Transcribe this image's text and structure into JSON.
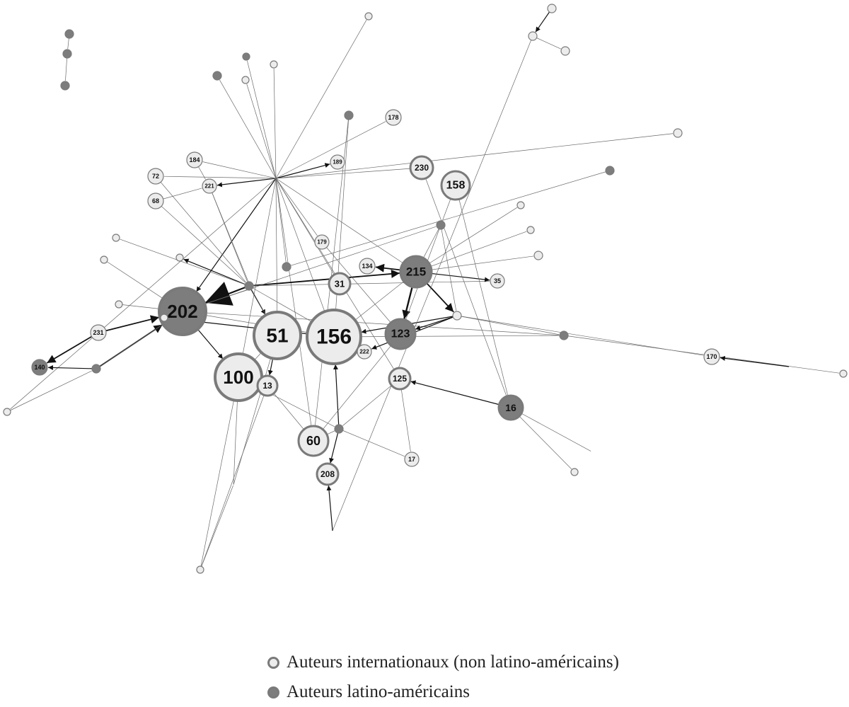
{
  "colors": {
    "international_fill": "#ececec",
    "latino_fill": "#7d7d7d",
    "border": "#7a7a7a",
    "edge": "#6a6a6a",
    "arrow": "#111111"
  },
  "legend": {
    "international": "Auteurs internationaux (non latino-américains)",
    "latino": "Auteurs latino-américains"
  },
  "graph": {
    "nodes": [
      {
        "id": "202",
        "label": "202",
        "group": "latino"
      },
      {
        "id": "156",
        "label": "156",
        "group": "international"
      },
      {
        "id": "51",
        "label": "51",
        "group": "international"
      },
      {
        "id": "100",
        "label": "100",
        "group": "international"
      },
      {
        "id": "215",
        "label": "215",
        "group": "latino"
      },
      {
        "id": "123",
        "label": "123",
        "group": "latino"
      },
      {
        "id": "158",
        "label": "158",
        "group": "international"
      },
      {
        "id": "60",
        "label": "60",
        "group": "international"
      },
      {
        "id": "16",
        "label": "16",
        "group": "latino"
      },
      {
        "id": "230",
        "label": "230",
        "group": "international"
      },
      {
        "id": "125",
        "label": "125",
        "group": "international"
      },
      {
        "id": "208",
        "label": "208",
        "group": "international"
      },
      {
        "id": "31",
        "label": "31",
        "group": "international"
      },
      {
        "id": "140",
        "label": "140",
        "group": "latino"
      },
      {
        "id": "231",
        "label": "231",
        "group": "international"
      },
      {
        "id": "13",
        "label": "13",
        "group": "international"
      },
      {
        "id": "170",
        "label": "170",
        "group": "international"
      },
      {
        "id": "134",
        "label": "134",
        "group": "international"
      },
      {
        "id": "178",
        "label": "178",
        "group": "international"
      },
      {
        "id": "179",
        "label": "179",
        "group": "international"
      },
      {
        "id": "222",
        "label": "222",
        "group": "international"
      },
      {
        "id": "35",
        "label": "35",
        "group": "international"
      },
      {
        "id": "17",
        "label": "17",
        "group": "international"
      },
      {
        "id": "184",
        "label": "184",
        "group": "international"
      },
      {
        "id": "221",
        "label": "221",
        "group": "international"
      },
      {
        "id": "72",
        "label": "72",
        "group": "international"
      },
      {
        "id": "68",
        "label": "68",
        "group": "international"
      },
      {
        "id": "189",
        "label": "189",
        "group": "international"
      },
      {
        "id": "s1",
        "label": "",
        "group": "latino"
      },
      {
        "id": "s2",
        "label": "",
        "group": "latino"
      },
      {
        "id": "s3",
        "label": "",
        "group": "latino"
      },
      {
        "id": "s4",
        "label": "",
        "group": "international"
      },
      {
        "id": "s5",
        "label": "",
        "group": "international"
      },
      {
        "id": "s6",
        "label": "",
        "group": "international"
      },
      {
        "id": "s7",
        "label": "",
        "group": "international"
      },
      {
        "id": "s8",
        "label": "",
        "group": "latino"
      },
      {
        "id": "s9",
        "label": "",
        "group": "international"
      },
      {
        "id": "s10",
        "label": "",
        "group": "international"
      },
      {
        "id": "s11",
        "label": "",
        "group": "international"
      },
      {
        "id": "s12",
        "label": "",
        "group": "latino"
      },
      {
        "id": "s13",
        "label": "",
        "group": "latino"
      },
      {
        "id": "s14",
        "label": "",
        "group": "international"
      },
      {
        "id": "s15",
        "label": "",
        "group": "latino"
      },
      {
        "id": "s16",
        "label": "",
        "group": "international"
      },
      {
        "id": "s17",
        "label": "",
        "group": "international"
      },
      {
        "id": "s18",
        "label": "",
        "group": "international"
      },
      {
        "id": "s19",
        "label": "",
        "group": "latino"
      },
      {
        "id": "s20",
        "label": "",
        "group": "latino"
      },
      {
        "id": "s21",
        "label": "",
        "group": "international"
      },
      {
        "id": "s22",
        "label": "",
        "group": "international"
      },
      {
        "id": "s23",
        "label": "",
        "group": "international"
      },
      {
        "id": "s24",
        "label": "",
        "group": "international"
      },
      {
        "id": "s25",
        "label": "",
        "group": "latino"
      },
      {
        "id": "s26",
        "label": "",
        "group": "latino"
      },
      {
        "id": "s27",
        "label": "",
        "group": "international"
      },
      {
        "id": "s28",
        "label": "",
        "group": "latino"
      },
      {
        "id": "s29",
        "label": "",
        "group": "international"
      },
      {
        "id": "s30",
        "label": "",
        "group": "international"
      },
      {
        "id": "s31",
        "label": "",
        "group": "latino"
      },
      {
        "id": "s32",
        "label": "",
        "group": "latino"
      },
      {
        "id": "s33",
        "label": "",
        "group": "latino"
      },
      {
        "id": "s34",
        "label": "",
        "group": "international"
      },
      {
        "id": "s35",
        "label": "",
        "group": "international"
      },
      {
        "id": "s36",
        "label": "",
        "group": "international"
      },
      {
        "id": "s37",
        "label": "",
        "group": "international"
      },
      {
        "id": "s38",
        "label": "",
        "group": "international"
      },
      {
        "id": "s39",
        "label": "",
        "group": "international"
      },
      {
        "id": "s40",
        "label": "",
        "group": "latino"
      }
    ],
    "edges": [
      [
        "hub",
        "202",
        true,
        0
      ],
      [
        "hub",
        "221",
        true,
        0
      ],
      [
        "hub",
        "189",
        true,
        0
      ],
      [
        "hub",
        "230",
        false,
        0
      ],
      [
        "hub",
        "156",
        false,
        0
      ],
      [
        "hub",
        "51",
        false,
        0
      ],
      [
        "hub",
        "31",
        false,
        0
      ],
      [
        "hub",
        "179",
        false,
        0
      ],
      [
        "hub",
        "215",
        false,
        0
      ],
      [
        "hub",
        "s7",
        false,
        0
      ],
      [
        "hub",
        "s8",
        false,
        0
      ],
      [
        "hub",
        "s9",
        false,
        0
      ],
      [
        "hub",
        "s10",
        false,
        0
      ],
      [
        "hub",
        "s11",
        false,
        0
      ],
      [
        "hub",
        "s12",
        false,
        0
      ],
      [
        "hub",
        "184",
        false,
        0
      ],
      [
        "hub",
        "72",
        false,
        0
      ],
      [
        "hub",
        "100",
        false,
        0
      ],
      [
        "hub",
        "125",
        false,
        0
      ],
      [
        "hub",
        "60",
        false,
        0
      ],
      [
        "hub",
        "s32",
        false,
        0
      ],
      [
        "hub",
        "s35",
        false,
        0
      ],
      [
        "hub",
        "178",
        false,
        0
      ],
      [
        "s13",
        "202",
        true,
        3
      ],
      [
        "s13",
        "51",
        true,
        0
      ],
      [
        "s13",
        "215",
        true,
        1
      ],
      [
        "s13",
        "s14",
        true,
        0
      ],
      [
        "s13",
        "35",
        false,
        0
      ],
      [
        "s13",
        "222",
        false,
        0
      ],
      [
        "s13",
        "s33",
        false,
        0
      ],
      [
        "s13",
        "s16",
        false,
        0
      ],
      [
        "202",
        "s33",
        false,
        0
      ],
      [
        "202",
        "100",
        true,
        0
      ],
      [
        "202",
        "156",
        false,
        0
      ],
      [
        "202",
        "s25",
        false,
        0
      ],
      [
        "202",
        "s19",
        false,
        0
      ],
      [
        "231",
        "202",
        true,
        1
      ],
      [
        "s20",
        "202",
        true,
        1
      ],
      [
        "231",
        "140",
        true,
        1
      ],
      [
        "s20",
        "140",
        true,
        0
      ],
      [
        "s20",
        "202",
        false,
        0
      ],
      [
        "s17",
        "202",
        false,
        0
      ],
      [
        "s18",
        "202",
        false,
        0
      ],
      [
        "s38",
        "s20",
        false,
        0
      ],
      [
        "215",
        "123",
        true,
        2
      ],
      [
        "215",
        "134",
        true,
        1
      ],
      [
        "215",
        "s21",
        true,
        1
      ],
      [
        "215",
        "35",
        true,
        0
      ],
      [
        "s19",
        "215",
        false,
        0
      ],
      [
        "158",
        "s19",
        false,
        0
      ],
      [
        "s19",
        "123",
        false,
        0
      ],
      [
        "s19",
        "s21",
        false,
        0
      ],
      [
        "215",
        "156",
        false,
        0
      ],
      [
        "215",
        "s22",
        false,
        0
      ],
      [
        "215",
        "s23",
        false,
        0
      ],
      [
        "215",
        "s24",
        false,
        0
      ],
      [
        "s21",
        "123",
        true,
        0
      ],
      [
        "s21",
        "222",
        true,
        0
      ],
      [
        "s21",
        "170",
        false,
        0
      ],
      [
        "s21",
        "s25",
        false,
        0
      ],
      [
        "s21",
        "156",
        true,
        0
      ],
      [
        "s25",
        "156",
        false,
        0
      ],
      [
        "s25",
        "s34",
        false,
        0
      ],
      [
        "16",
        "125",
        true,
        0
      ],
      [
        "16",
        "s36",
        false,
        0
      ],
      [
        "16",
        "s37",
        false,
        0
      ],
      [
        "230",
        "16",
        false,
        0
      ],
      [
        "158",
        "16",
        false,
        0
      ],
      [
        "s39",
        "170",
        true,
        0
      ],
      [
        "s26",
        "156",
        false,
        0
      ],
      [
        "s26",
        "60",
        false,
        0
      ],
      [
        "156",
        "s27",
        true,
        0
      ],
      [
        "s28",
        "156",
        true,
        0
      ],
      [
        "s28",
        "208",
        true,
        0
      ],
      [
        "s28",
        "60",
        false,
        0
      ],
      [
        "s28",
        "17",
        false,
        0
      ],
      [
        "s40",
        "208",
        true,
        0
      ],
      [
        "123",
        "60",
        false,
        0
      ],
      [
        "125",
        "s28",
        false,
        0
      ],
      [
        "125",
        "17",
        false,
        0
      ],
      [
        "100",
        "s28",
        false,
        0
      ],
      [
        "13",
        "60",
        false,
        0
      ],
      [
        "51",
        "13",
        true,
        0
      ],
      [
        "51",
        "100",
        false,
        0
      ],
      [
        "s29",
        "100",
        false,
        0
      ],
      [
        "s29",
        "13",
        false,
        0
      ],
      [
        "s29",
        "s30",
        false,
        0
      ],
      [
        "100",
        "s30",
        false,
        0
      ],
      [
        "68",
        "221",
        false,
        0
      ],
      [
        "221",
        "s33",
        false,
        0
      ],
      [
        "s33",
        "51",
        false,
        0
      ],
      [
        "s30",
        "51",
        false,
        0
      ],
      [
        "s31",
        "s32",
        false,
        0
      ],
      [
        "184",
        "221",
        false,
        0
      ],
      [
        "221",
        "s13",
        false,
        0
      ],
      [
        "72",
        "s13",
        false,
        0
      ],
      [
        "68",
        "s13",
        false,
        0
      ],
      [
        "179",
        "123",
        false,
        0
      ],
      [
        "s1",
        "s2",
        false,
        0
      ],
      [
        "s2",
        "s3",
        false,
        0
      ],
      [
        "s4",
        "s5",
        true,
        0
      ],
      [
        "s5",
        "s6",
        false,
        0
      ],
      [
        "s5",
        "s40",
        false,
        0
      ]
    ]
  }
}
